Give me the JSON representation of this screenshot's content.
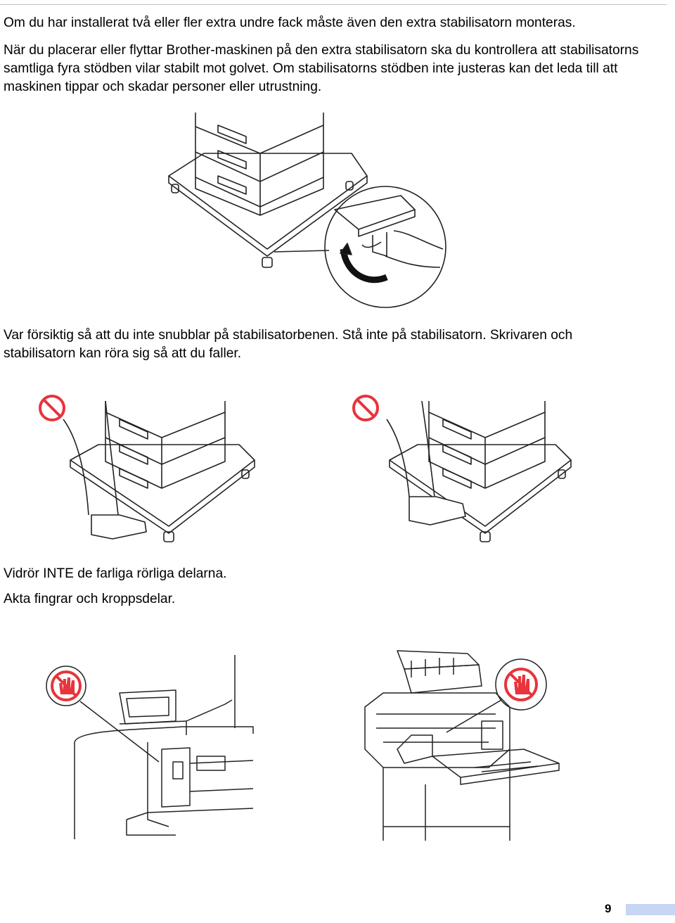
{
  "paragraphs": {
    "p1": "Om du har installerat två eller fler extra undre fack måste även den extra stabilisatorn monteras.",
    "p2": "När du placerar eller flyttar Brother-maskinen på den extra stabilisatorn ska du kontrollera att stabilisatorns samtliga fyra stödben vilar stabilt mot golvet. Om stabilisatorns stödben inte justeras kan det leda till att maskinen tippar och skadar personer eller utrustning.",
    "p3": "Var försiktig så att du inte snubblar på stabilisatorbenen. Stå inte på stabilisatorn. Skrivaren och stabilisatorn kan röra sig så att du faller.",
    "p4": "Vidrör INTE de farliga rörliga delarna.",
    "p5": "Akta fingrar och kroppsdelar."
  },
  "icons": {
    "prohibition": "prohibition-icon",
    "no_touch": "no-touch-hand-icon"
  },
  "colors": {
    "prohibition_red": "#e8343c",
    "page_bar": "#c6d6f3"
  },
  "page_number": "9"
}
